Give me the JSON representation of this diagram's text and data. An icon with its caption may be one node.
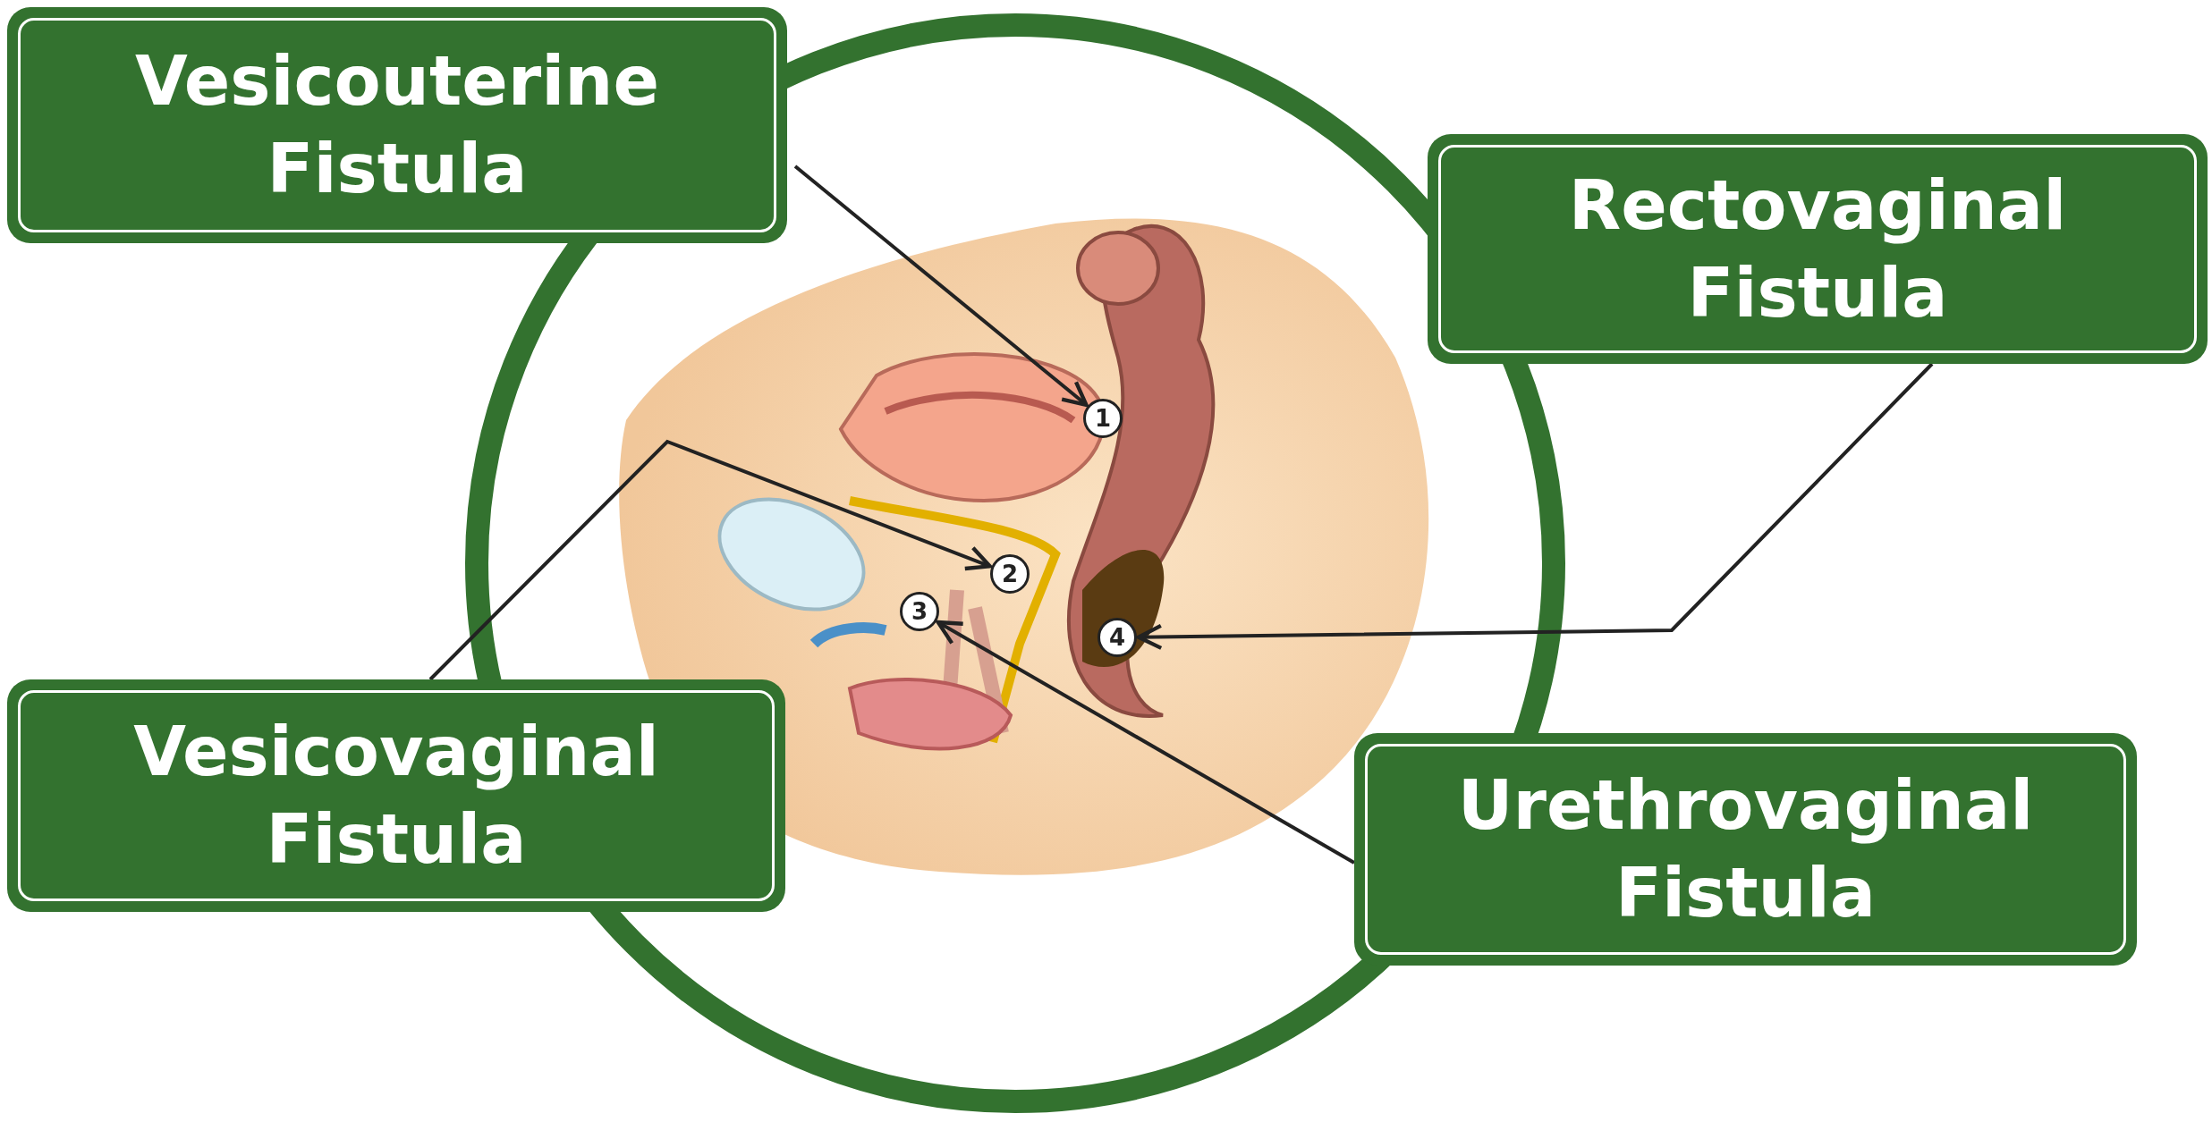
{
  "diagram": {
    "nodes": [
      {
        "text": [
          "Vesicouterine Fistula"
        ]
      },
      {
        "text": [
          "Rectovaginal Fistula"
        ]
      },
      {
        "text": [
          "Vesicovaginal Fistula"
        ]
      },
      {
        "text": [
          "Urethrovaginal Fistula"
        ]
      },
      {
        "text": [
          "1"
        ]
      },
      {
        "text": [
          "2"
        ]
      },
      {
        "text": [
          "3"
        ]
      },
      {
        "text": [
          "4"
        ]
      }
    ],
    "edges": [
      {
        "from": 0,
        "to": 4,
        "arrow": "to"
      },
      {
        "from": 2,
        "to": 5,
        "arrow": "to"
      },
      {
        "from": 1,
        "to": 7,
        "arrow": "to"
      },
      {
        "from": 3,
        "to": 6,
        "arrow": "to"
      }
    ]
  }
}
